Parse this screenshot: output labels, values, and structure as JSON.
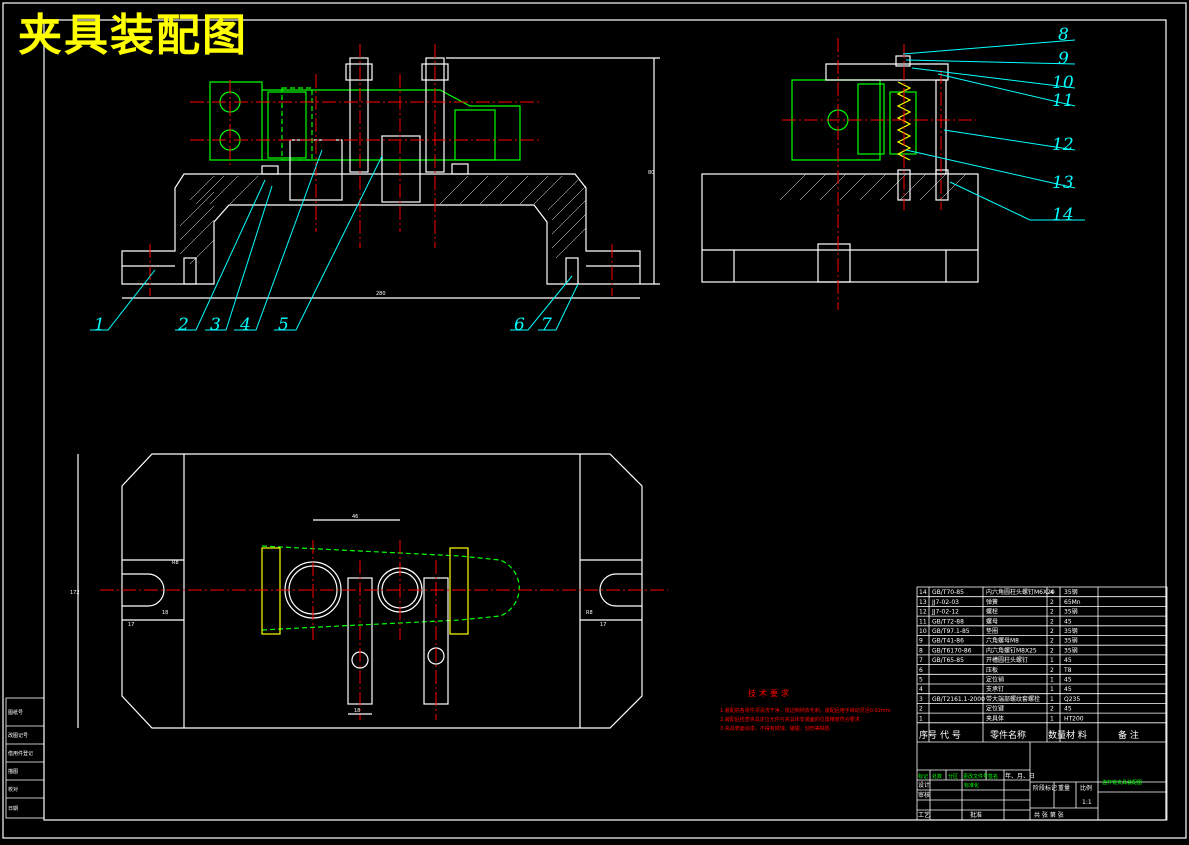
{
  "title": "夹具装配图",
  "balloons": [
    "1",
    "2",
    "3",
    "4",
    "5",
    "6",
    "7",
    "8",
    "9",
    "10",
    "11",
    "12",
    "13",
    "14"
  ],
  "dims": {
    "front_height": "80",
    "front_width": "280",
    "plan_top": "46",
    "plan_height": "172",
    "plan_bottom": "18",
    "slot_left_r": "R8",
    "slot_left_w": "18",
    "slot_right_r": "R8",
    "slot_left_dim": "17",
    "slot_right_dim": "17"
  },
  "tech_req": {
    "heading": "技术要求",
    "lines": [
      "1.装配前各零件须清洗干净，锐边倒钝去毛刺，装配后用手转动灵活0.02mm",
      "2.装配后检查夹具定位元件与夹具体安装面的位置精度符合要求",
      "3.夹具表面涂漆，不得有锈蚀、磕碰、划伤等缺陷"
    ]
  },
  "bom": {
    "rows": [
      {
        "no": "14",
        "code": "GB/T70-85",
        "name": "内六角圆柱头螺钉M6X20",
        "qty": "4",
        "mat": "35钢"
      },
      {
        "no": "13",
        "code": "JJ7-02-03",
        "name": "弹簧",
        "qty": "2",
        "mat": "65Mn"
      },
      {
        "no": "12",
        "code": "JJ7-02-12",
        "name": "螺栓",
        "qty": "2",
        "mat": "35钢"
      },
      {
        "no": "11",
        "code": "GB/T72-88",
        "name": "螺母",
        "qty": "2",
        "mat": "45"
      },
      {
        "no": "10",
        "code": "GB/T97.1-85",
        "name": "垫圈",
        "qty": "2",
        "mat": "35钢"
      },
      {
        "no": "9",
        "code": "GB/T41-86",
        "name": "六角螺母M8",
        "qty": "2",
        "mat": "35钢"
      },
      {
        "no": "8",
        "code": "GB/T6170-86",
        "name": "内六角螺钉M8X25",
        "qty": "2",
        "mat": "35钢"
      },
      {
        "no": "7",
        "code": "GB/T65-85",
        "name": "开槽圆柱头螺钉",
        "qty": "1",
        "mat": "45"
      },
      {
        "no": "6",
        "code": "",
        "name": "压板",
        "qty": "2",
        "mat": "T8"
      },
      {
        "no": "5",
        "code": "",
        "name": "定位销",
        "qty": "1",
        "mat": "45"
      },
      {
        "no": "4",
        "code": "",
        "name": "支承钉",
        "qty": "1",
        "mat": "45"
      },
      {
        "no": "3",
        "code": "GB/T2161.1-2000",
        "name": "带大端部螺纹套螺栓",
        "qty": "1",
        "mat": "Q235"
      },
      {
        "no": "2",
        "code": "",
        "name": "定位键",
        "qty": "2",
        "mat": "45"
      },
      {
        "no": "1",
        "code": "",
        "name": "夹具体",
        "qty": "1",
        "mat": "HT200"
      }
    ],
    "header": {
      "no": "序号",
      "code": "代  号",
      "name": "零件名称",
      "qty": "数量",
      "mat": "材  料",
      "note": "备  注"
    }
  },
  "titleblock": {
    "drawing_name": "连杆铣夹具装配图",
    "row_labels": [
      "标记",
      "处数",
      "分区",
      "更改文件号",
      "签名",
      "年、月、日"
    ],
    "design": "设计",
    "check": "审核",
    "process": "工艺",
    "standard": "标准化",
    "approve": "批准",
    "stage": "阶段标记",
    "weight": "重量",
    "scale": "比例",
    "scale_val": "1:1",
    "sheet_total": "共   张   第   张"
  },
  "side_labels": [
    "图纸号",
    "改图记号",
    "借用件登记",
    "描图",
    "校对",
    "日期"
  ]
}
